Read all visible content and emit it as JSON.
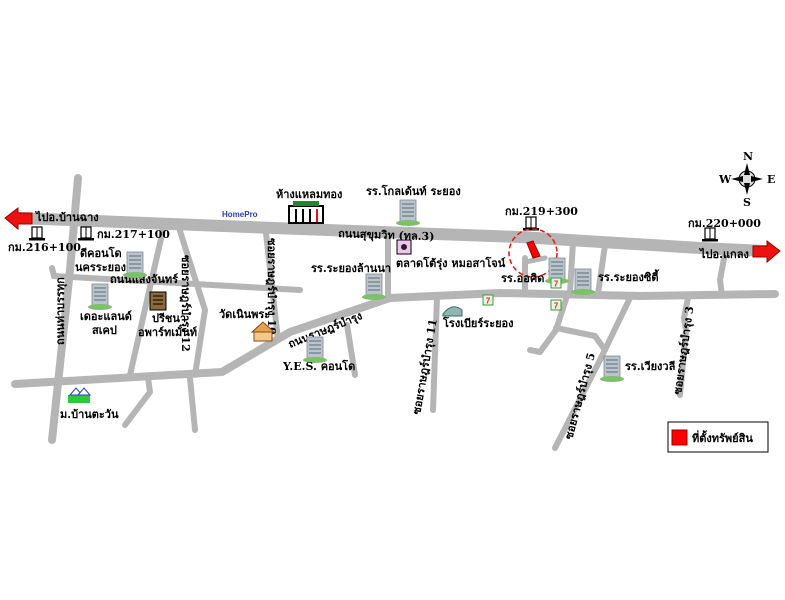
{
  "roads": {
    "sukhumvit": "ถนนสุขุมวิท (ทล.3)",
    "rat_bamrung": "ถนนราษฎร์บำรุง",
    "saeng_chan": "ถนนแสงจันทร์",
    "tha_banthuk": "ถนนท่าบรรทุก",
    "soi_12": "ซอยราษฎร์บำรุง 12",
    "soi_10": "ซอยราษฎร์บำรุง 10",
    "soi_11": "ซอยราษฎร์บำรุง 11",
    "soi_5": "ซอยราษฎร์บำรุง 5",
    "soi_3": "ซอยราษฎร์บำรุง 3"
  },
  "directions": {
    "west": "ไปอ.บ้านฉาง",
    "east": "ไปอ.แกลง"
  },
  "km_posts": [
    "กม.216+100",
    "กม.217+100",
    "กม.219+300",
    "กม.220+000"
  ],
  "places": {
    "homepro": "HomePro",
    "laem_thong": "ห้างแหลมทอง",
    "golden_tulip": "รร.โกลเด้นท์ ระยอง",
    "d_condo": "ดีคอนโด\nนครระยอง",
    "d_condo_1": "ดีคอนโด",
    "d_condo_2": "นครระยอง",
    "the_land_1": "เดอะแลนด์",
    "the_land_2": "สเคป",
    "preechana_1": "ปรีชนา",
    "preechana_2": "อพาร์ทเม้นท์",
    "wat": "วัดเนินพระ",
    "rayong_lanna": "รร.ระยองล้านนา",
    "market": "ตลาดโต้รุ่ง หมอสาโจน์",
    "yes_condo": "Y.E.S. คอนโด",
    "orchid": "รร.ออคิด",
    "rayong_city": "รร.ระยองซิตี้",
    "beer": "โรงเบียร์ระยอง",
    "wiang_wali": "รร.เวียงวลี",
    "ban_tawan": "ม.บ้านตะวัน"
  },
  "compass": {
    "n": "N",
    "s": "S",
    "e": "E",
    "w": "W"
  },
  "legend": {
    "label": "ที่ตั้งทรัพย์สิน",
    "color": "#ff0000"
  },
  "colors": {
    "road": "#b5b5b5",
    "arrow": "#ee1111",
    "marker": "#ff0000"
  }
}
